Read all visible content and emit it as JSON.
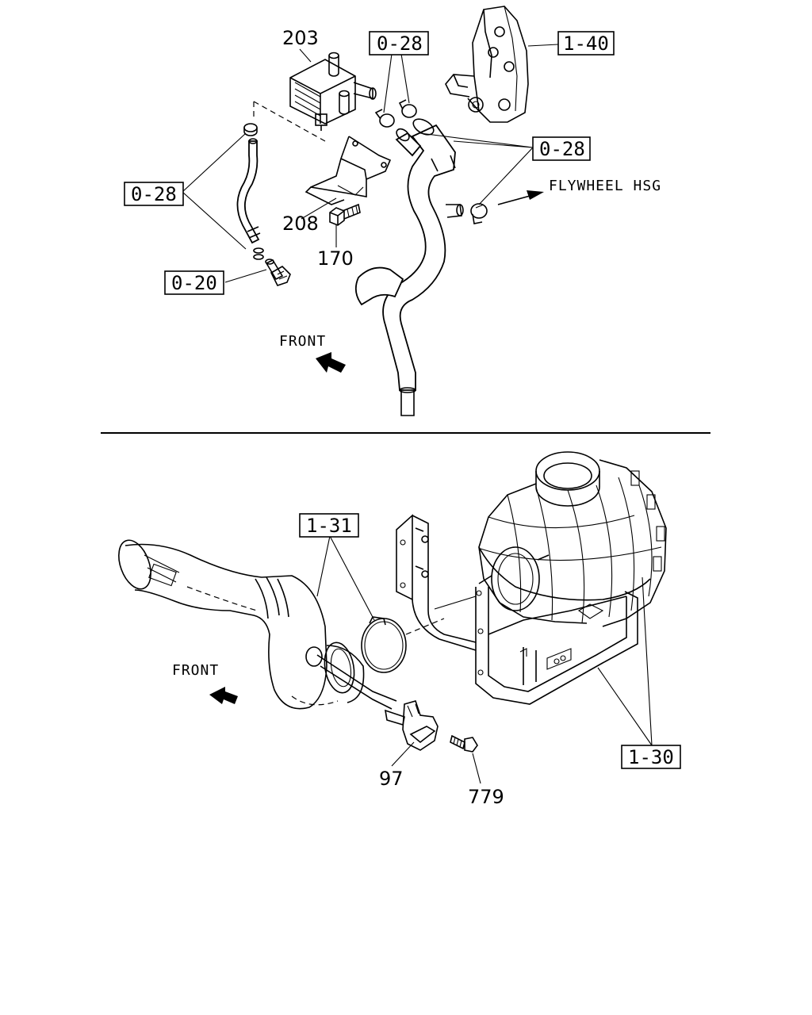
{
  "upper_diagram": {
    "part_numbers": {
      "sensor": "203",
      "bracket": "208",
      "bolt": "170"
    },
    "ref_boxes": {
      "clip_top": "0-28",
      "engine_bracket": "1-40",
      "hose_clamps": "0-28",
      "vacuum_hose": "0-28",
      "connector": "0-20"
    },
    "labels": {
      "flywheel": "FLYWHEEL HSG",
      "front": "FRONT"
    }
  },
  "lower_diagram": {
    "part_numbers": {
      "sensor": "97",
      "screw": "779"
    },
    "ref_boxes": {
      "intake_duct": "1-31",
      "air_cleaner": "1-30"
    },
    "labels": {
      "front": "FRONT"
    }
  }
}
